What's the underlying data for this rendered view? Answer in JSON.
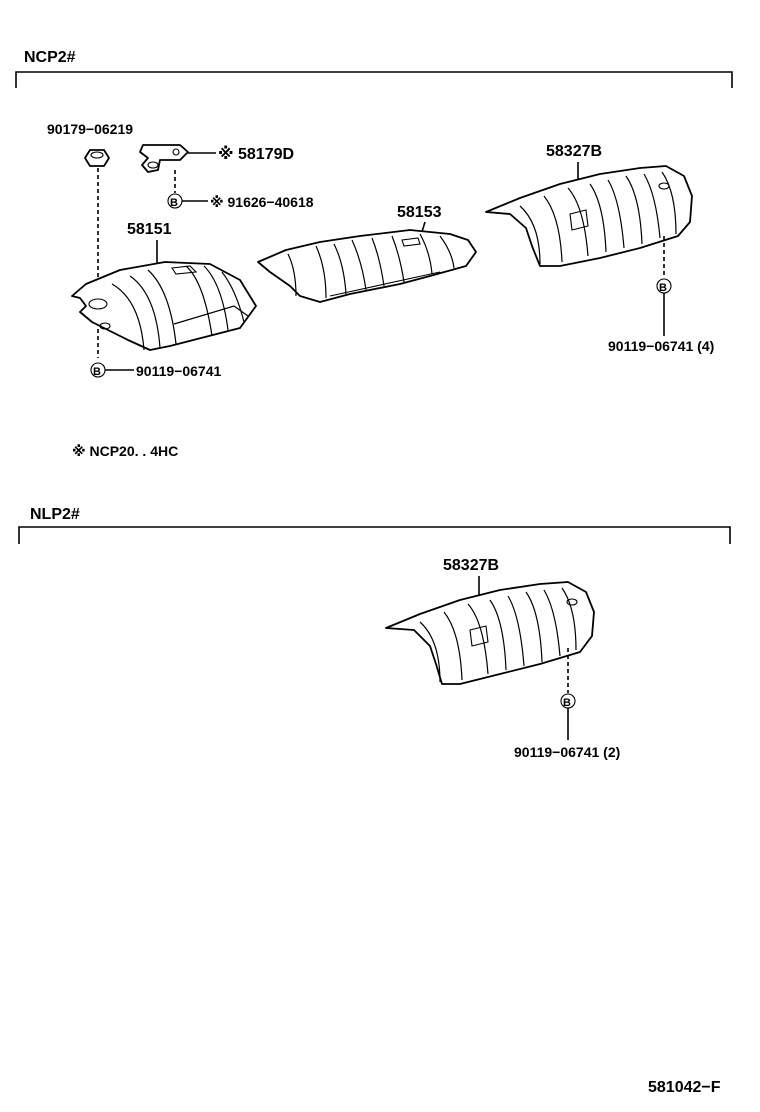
{
  "sections": [
    {
      "title": "NCP2#"
    },
    {
      "title": "NLP2#"
    }
  ],
  "labels": {
    "p90179": "90179−06219",
    "p58179D": "※ 58179D",
    "p91626": "※ 91626−40618",
    "p58153": "58153",
    "p58151": "58151",
    "p58327B_top": "58327B",
    "p90119_a": "90119−06741",
    "p90119_b": "90119−06741 (4)",
    "p58327B_bot": "58327B",
    "p90119_c": "90119−06741 (2)",
    "note": "※ NCP20. . 4HC",
    "ref": "581042−F",
    "bolt_marker": "B"
  }
}
